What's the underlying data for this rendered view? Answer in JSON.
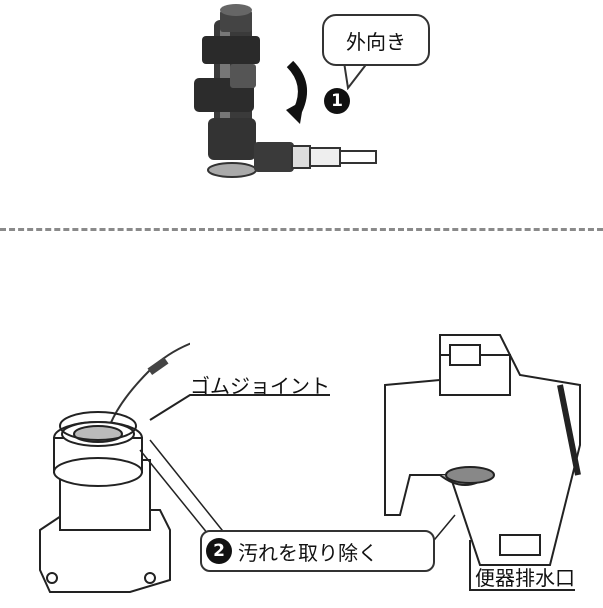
{
  "top": {
    "callout_text": "外向き",
    "step_number": "1"
  },
  "bottom": {
    "rubber_joint_label": "ゴムジョイント",
    "step_number": "2",
    "step_text": "汚れを取り除く",
    "outlet_label": "便器排水口"
  }
}
